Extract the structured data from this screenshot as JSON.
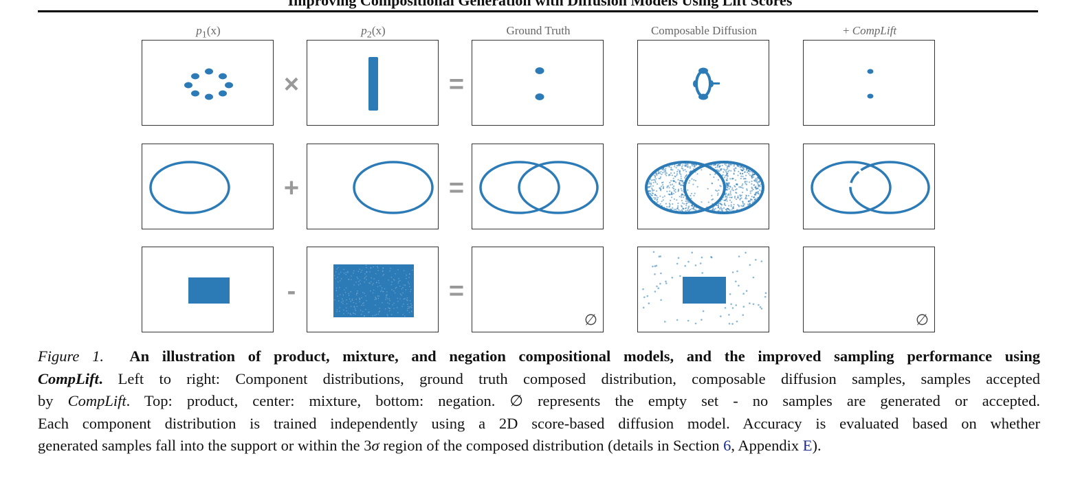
{
  "header": {
    "title": "Improving Compositional Generation with Diffusion Models Using Lift Scores"
  },
  "columns": {
    "p1_prefix": "p",
    "p1_sub": "1",
    "p1_suffix": "(x)",
    "p2_prefix": "p",
    "p2_sub": "2",
    "p2_suffix": "(x)",
    "ground_truth": "Ground Truth",
    "composable": "Composable Diffusion",
    "complift_prefix": "+ ",
    "complift_name": "CompLift"
  },
  "operators": {
    "row1_op": "×",
    "row1_eq": "=",
    "row2_op": "+",
    "row2_eq": "=",
    "row3_op": "-",
    "row3_eq": "="
  },
  "empty_set": {
    "ground_truth": "∅",
    "complift": "∅"
  },
  "colors": {
    "sample_blue": "#2c7bb6",
    "operator_gray": "#999999",
    "link_blue": "#1a2a8c"
  },
  "caption": {
    "figure_label": "Figure 1.",
    "bold_title": "An illustration of product, mixture, and negation compositional models, and the improved sampling performance using",
    "bold_italic_name": "CompLift",
    "bold_period": ".",
    "line2_rest": " Left to right: Component distributions, ground truth composed distribution, composable diffusion samples, samples accepted",
    "line3_by": "by ",
    "line3_name": "CompLift",
    "line3_rest": ". Top: product, center: mixture, bottom: negation. ∅ represents the empty set - no samples are generated or accepted.",
    "line4": "Each component distribution is trained independently using a 2D score-based diffusion model. Accuracy is evaluated based on whether",
    "line5_a": "generated samples fall into the support or within the 3",
    "line5_sigma": "σ",
    "line5_b": " region of the composed distribution (details in Section ",
    "line5_section": "6",
    "line5_c": ", Appendix ",
    "line5_appendix": "E",
    "line5_end": ")."
  }
}
